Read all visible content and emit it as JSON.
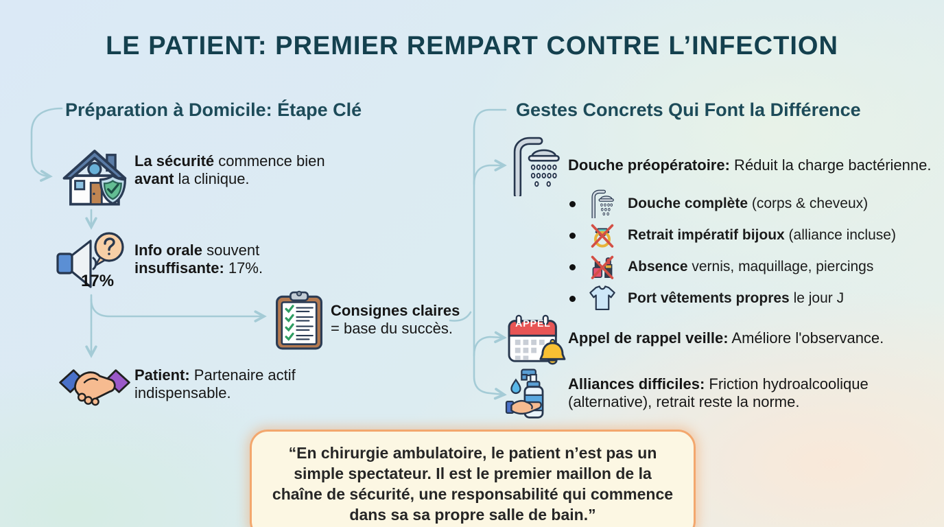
{
  "title": "LE PATIENT: PREMIER REMPART CONTRE L’INFECTION",
  "left": {
    "header": "Préparation à Domicile: Étape Clé",
    "items": [
      {
        "b1": "La sécurité",
        "r1": " commence bien ",
        "b2": "avant",
        "r2": " la clinique."
      },
      {
        "b1": "Info orale",
        "r1": " souvent ",
        "b2": "insuffisante:",
        "r2": " 17%.",
        "stat": "17%",
        "question_mark": "?"
      },
      {
        "b1": "Patient:",
        "r1": " Partenaire actif indispensable.",
        "b2": "",
        "r2": ""
      }
    ]
  },
  "center": {
    "item": {
      "b1": "Consignes claires",
      "r1": " = base du succès.",
      "b2": "",
      "r2": ""
    }
  },
  "right": {
    "header": "Gestes Concrets Qui Font la Différence",
    "items": [
      {
        "b1": "Douche préopératoire:",
        "r1": " Réduit la charge bactérienne.",
        "b2": "",
        "r2": ""
      },
      {
        "b1": "Appel de rappel veille:",
        "r1": " Améliore l'observance.",
        "b2": "",
        "r2": ""
      },
      {
        "b1": "Alliances difficiles:",
        "r1": " Friction hydroalcoolique (alternative), retrait reste la norme.",
        "b2": "",
        "r2": ""
      }
    ],
    "bullets": [
      {
        "b1": "Douche complète",
        "r1": " (corps & cheveux)"
      },
      {
        "b1": "Retrait impératif bijoux",
        "r1": " (alliance incluse)"
      },
      {
        "b1": "Absence",
        "r1": " vernis, maquillage, piercings"
      },
      {
        "b1": "Port vêtements propres",
        "r1": " le jour J"
      }
    ],
    "calendar_label": "APPEL"
  },
  "quote": {
    "text": "“En chirurgie ambulatoire, le patient n’est pas un simple spectateur. Il est le premier maillon de la chaîne de sécurité, une responsabilité qui commence dans sa sa propre salle de bain.”"
  },
  "colors": {
    "title": "#14404e",
    "section_header": "#1d4b59",
    "connector": "#a4cbd6",
    "quote_bg": "#fcf7e3",
    "quote_border": "#f3a76d"
  }
}
